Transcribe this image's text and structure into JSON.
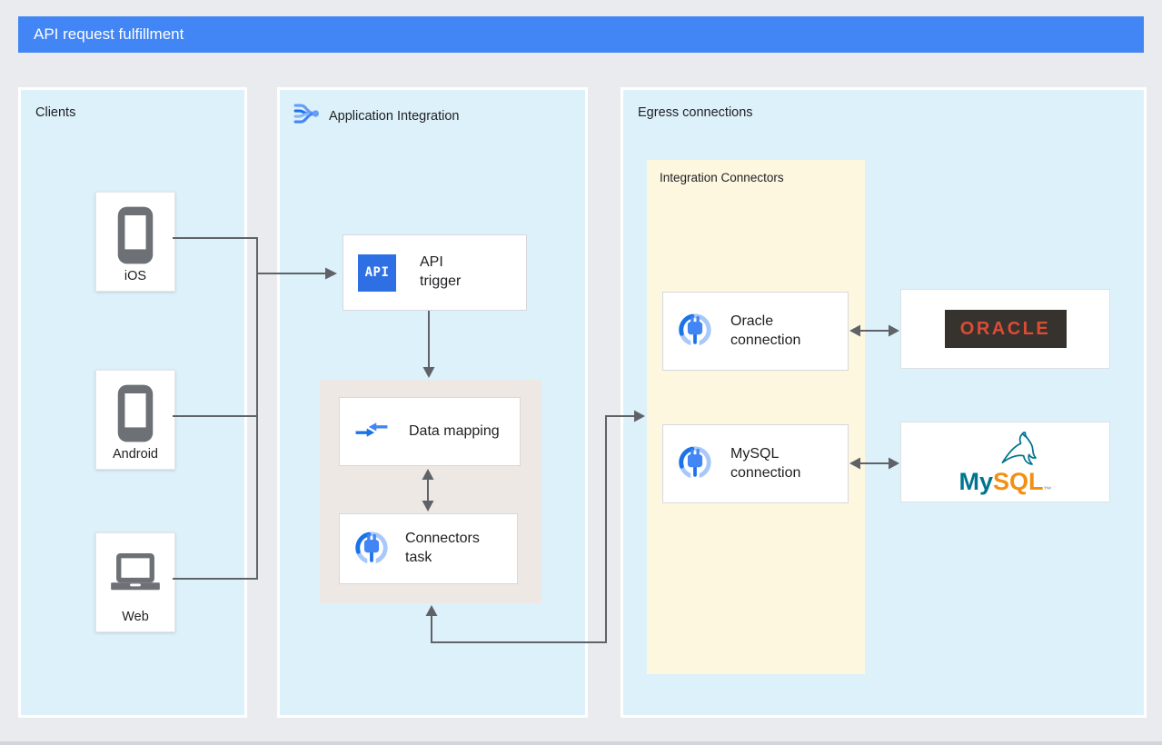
{
  "banner": {
    "title": "API request fulfillment"
  },
  "clients_panel": {
    "title": "Clients",
    "items": [
      {
        "label": "iOS",
        "icon": "smartphone-icon"
      },
      {
        "label": "Android",
        "icon": "smartphone-icon"
      },
      {
        "label": "Web",
        "icon": "laptop-icon"
      }
    ]
  },
  "integration_panel": {
    "title": "Application Integration",
    "api_trigger": {
      "icon_text": "API",
      "label": "API trigger"
    },
    "data_mapping": {
      "label": "Data mapping"
    },
    "connectors_task": {
      "label": "Connectors task"
    }
  },
  "egress_panel": {
    "title": "Egress connections",
    "integration_connectors": {
      "title": "Integration Connectors",
      "oracle_connection": {
        "label": "Oracle connection"
      },
      "mysql_connection": {
        "label": "MySQL connection"
      }
    },
    "oracle_logo": {
      "text": "ORACLE"
    },
    "mysql_logo": {
      "my": "My",
      "sql": "SQL",
      "tm": "™"
    }
  },
  "colors": {
    "banner_bg": "#4285F4",
    "panel_bg": "#DDF1FB",
    "pink_container_bg": "#EEE8E4",
    "yellow_container_bg": "#FEF7E0",
    "connector_line": "#5F6368",
    "google_blue": "#1A73E8",
    "api_chip_bg": "#2E6FE3",
    "oracle_red": "#DB4C35",
    "oracle_dark": "#36322D",
    "mysql_teal": "#00758F",
    "mysql_orange": "#F29111",
    "device_icon_gray": "#6D7175"
  }
}
